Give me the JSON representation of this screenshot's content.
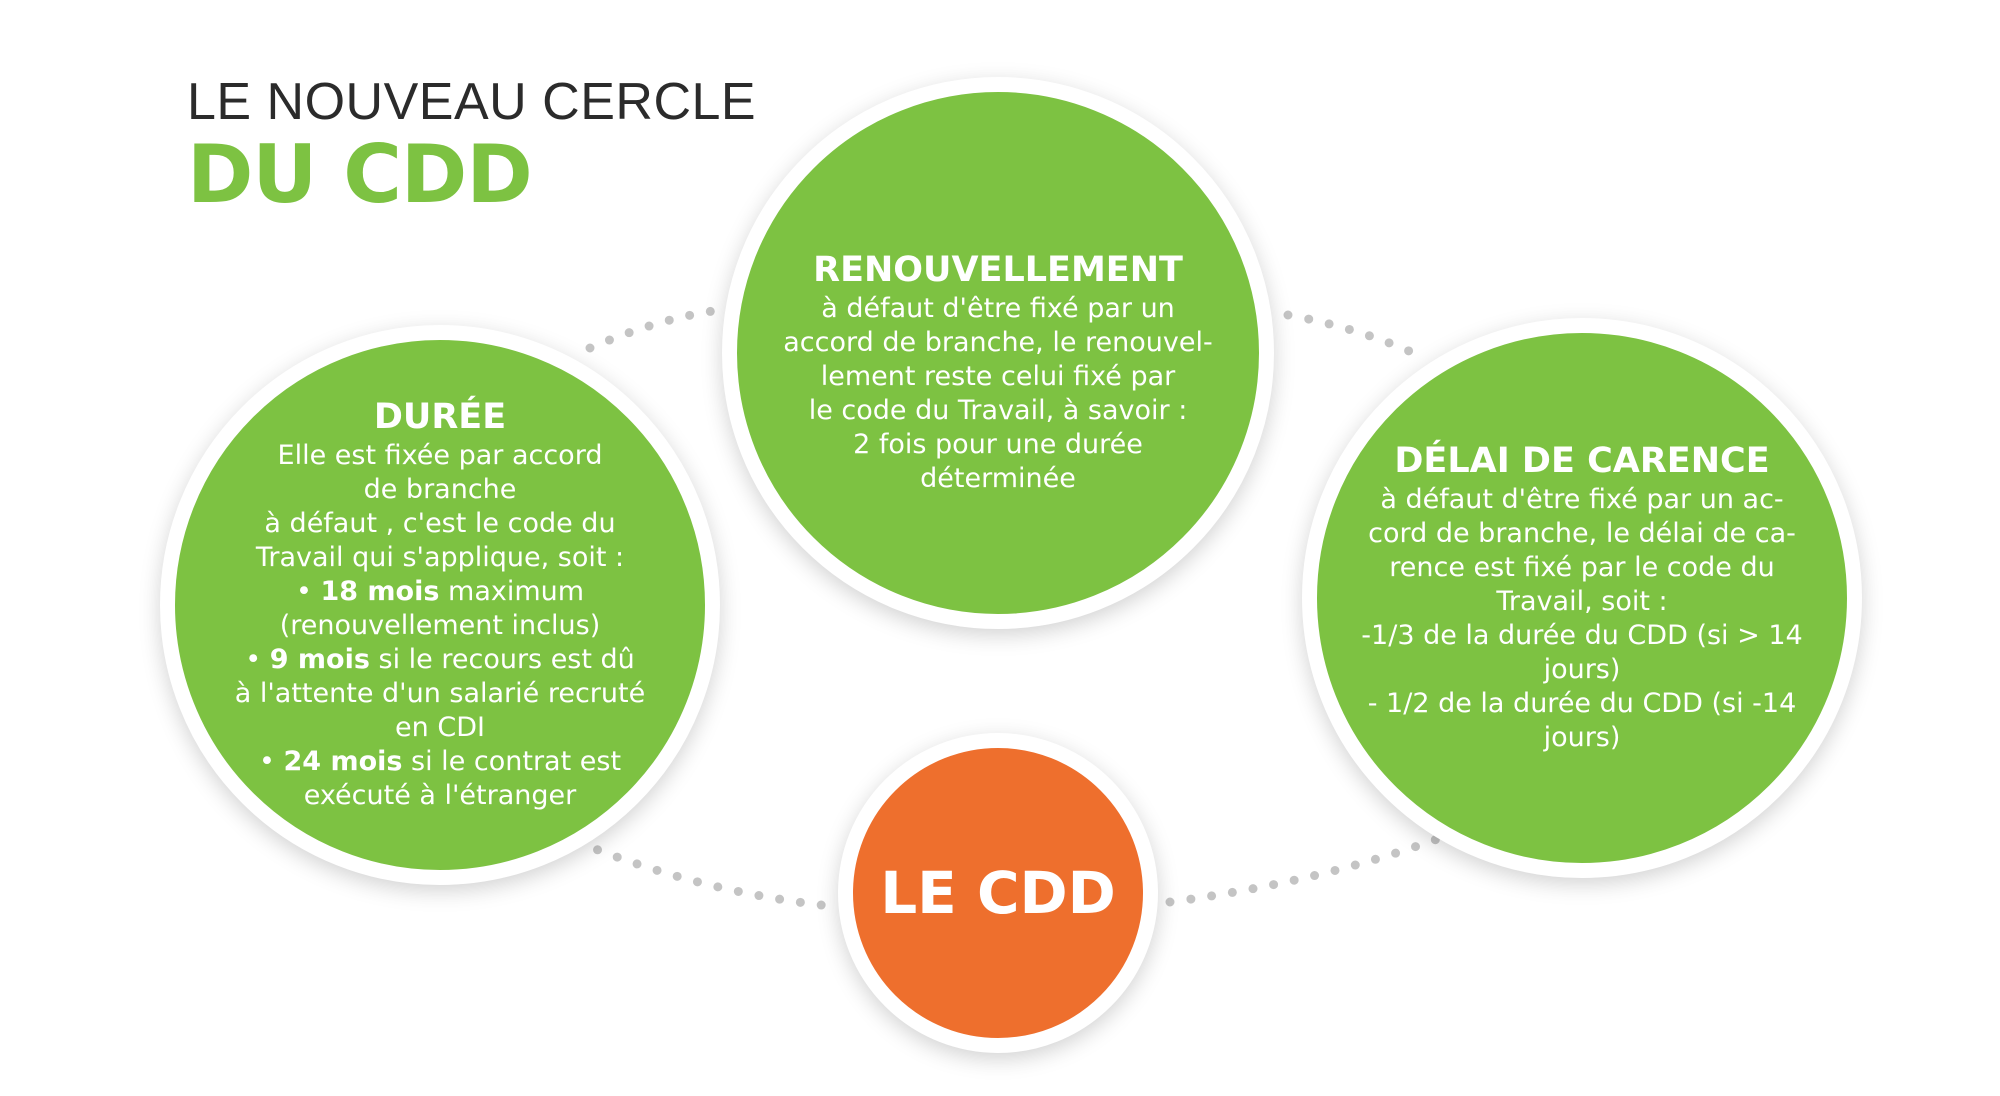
{
  "header": {
    "line1": "LE NOUVEAU CERCLE",
    "line2": "DU CDD"
  },
  "colors": {
    "green": "#7dc242",
    "orange": "#ee6f2d",
    "title_dark": "#2b2b2b",
    "dots": "#c4c4c4"
  },
  "circles": {
    "duree": {
      "title": "DURÉE",
      "lines": [
        "Elle est fixée par accord",
        "de branche",
        "à défaut , c'est le code du",
        "Travail qui s'applique, soit :"
      ],
      "bullets": [
        {
          "prefix": "• ",
          "bold": "18 mois",
          "rest": " maximum"
        },
        {
          "plain": "(renouvellement inclus)"
        },
        {
          "prefix": "• ",
          "bold": "9 mois",
          "rest": " si le recours est dû"
        },
        {
          "plain": "à l'attente d'un salarié recruté"
        },
        {
          "plain": "en CDI"
        },
        {
          "prefix": "• ",
          "bold": "24 mois",
          "rest": " si le contrat est"
        },
        {
          "plain": "exécuté à l'étranger"
        }
      ]
    },
    "renouvellement": {
      "title": "RENOUVELLEMENT",
      "lines": [
        "à défaut d'être fixé par un",
        "accord de branche, le renouvel-",
        "lement reste celui fixé par",
        "le code du Travail, à savoir :",
        "2 fois pour une durée",
        "déterminée"
      ]
    },
    "carence": {
      "title": "DÉLAI DE CARENCE",
      "lines": [
        "à défaut d'être fixé par un ac-",
        "cord de branche, le délai de ca-",
        "rence est fixé par le code du",
        "Travail, soit :",
        "-1/3 de la durée du CDD (si  > 14",
        "jours)",
        "- 1/2 de la durée du CDD (si -14",
        "jours)"
      ]
    },
    "center": {
      "label": "LE CDD"
    }
  }
}
